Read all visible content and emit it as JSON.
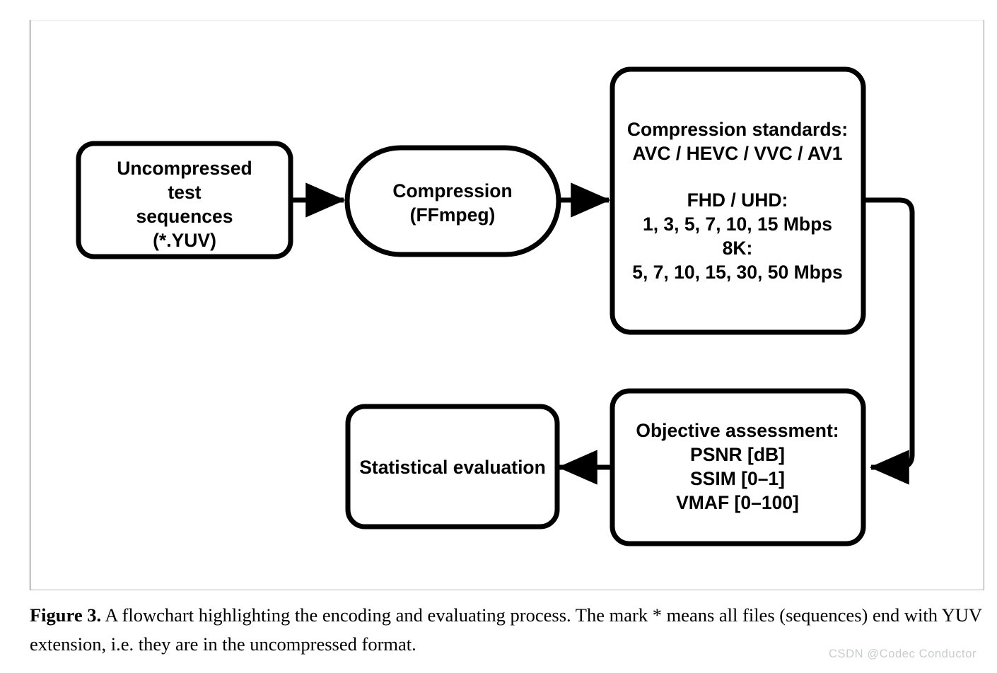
{
  "figure": {
    "caption_label": "Figure 3.",
    "caption_text": " A flowchart highlighting the encoding and evaluating process. The mark * means all files (sequences) end with YUV extension, i.e. they are in the uncompressed format.",
    "watermark": "CSDN @Codec Conductor",
    "stroke_color": "#000000",
    "fill_color": "#ffffff",
    "frame_color": "#b9bcc0"
  },
  "diagram_data": {
    "type": "flowchart",
    "orientation": "left-to-right, wrapping to second row",
    "nodes": [
      {
        "id": "input",
        "shape": "rounded-rectangle",
        "lines": [
          "Uncompressed",
          "test",
          "sequences",
          "(*.YUV)"
        ]
      },
      {
        "id": "compression",
        "shape": "stadium",
        "lines": [
          "Compression",
          "(FFmpeg)"
        ]
      },
      {
        "id": "standards",
        "shape": "rounded-rectangle",
        "lines": [
          "Compression standards:",
          "AVC / HEVC / VVC / AV1",
          "",
          "FHD / UHD:",
          "1, 3, 5, 7, 10, 15 Mbps",
          "8K:",
          "5, 7, 10, 15, 30, 50 Mbps"
        ]
      },
      {
        "id": "assessment",
        "shape": "rounded-rectangle",
        "lines": [
          "Objective assessment:",
          "PSNR [dB]",
          "SSIM [0–1]",
          "VMAF [0–100]"
        ]
      },
      {
        "id": "evaluation",
        "shape": "rounded-rectangle",
        "lines": [
          "Statistical evaluation"
        ]
      }
    ],
    "edges": [
      {
        "from": "input",
        "to": "compression",
        "style": "straight-arrow-right"
      },
      {
        "from": "compression",
        "to": "standards",
        "style": "straight-arrow-right"
      },
      {
        "from": "standards",
        "to": "assessment",
        "style": "elbow-arrow-wrap-right-down-left"
      },
      {
        "from": "assessment",
        "to": "evaluation",
        "style": "straight-arrow-left"
      }
    ]
  },
  "nodes": {
    "input": {
      "line1": "Uncompressed",
      "line2": "test",
      "line3": "sequences",
      "line4": "(*.YUV)"
    },
    "compression": {
      "line1": "Compression",
      "line2": "(FFmpeg)"
    },
    "standards": {
      "line1": "Compression standards:",
      "line2": "AVC / HEVC / VVC / AV1",
      "line3": "FHD / UHD:",
      "line4": "1, 3, 5, 7, 10, 15 Mbps",
      "line5": "8K:",
      "line6": "5, 7, 10, 15, 30, 50 Mbps"
    },
    "assessment": {
      "line1": "Objective assessment:",
      "line2": "PSNR [dB]",
      "line3": "SSIM [0–1]",
      "line4": "VMAF [0–100]"
    },
    "evaluation": {
      "line1": "Statistical evaluation"
    }
  }
}
